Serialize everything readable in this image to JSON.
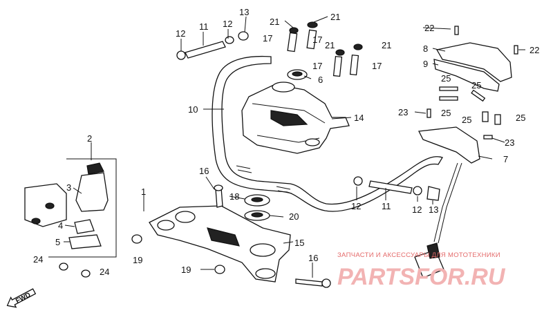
{
  "callouts": {
    "c1": "1",
    "c2": "2",
    "c3": "3",
    "c4": "4",
    "c5": "5",
    "c6": "6",
    "c7": "7",
    "c8": "8",
    "c9": "9",
    "c10": "10",
    "c11a": "11",
    "c11b": "11",
    "c12a": "12",
    "c12b": "12",
    "c12c": "12",
    "c12d": "12",
    "c13a": "13",
    "c13b": "13",
    "c14": "14",
    "c15": "15",
    "c16a": "16",
    "c16b": "16",
    "c17a": "17",
    "c17b": "17",
    "c17c": "17",
    "c17d": "17",
    "c18": "18",
    "c19a": "19",
    "c19b": "19",
    "c20": "20",
    "c21a": "21",
    "c21b": "21",
    "c21c": "21",
    "c21d": "21",
    "c22a": "22",
    "c22b": "22",
    "c23a": "23",
    "c23b": "23",
    "c24a": "24",
    "c24b": "24",
    "c25a": "25",
    "c25b": "25",
    "c25c": "25",
    "c25d": "25",
    "c25e": "25"
  },
  "fwd_label": "FWD",
  "watermark": {
    "caption": "ЗАПЧАСТИ И АКСЕССУАРЫ ДЛЯ МОТОТЕХНИКИ",
    "brand": "PARTSFOR.RU"
  }
}
